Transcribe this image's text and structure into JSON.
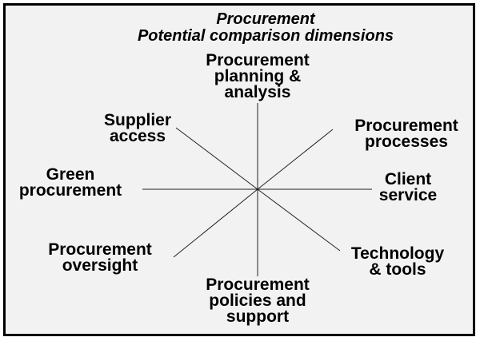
{
  "title": [
    "Procurement",
    "Potential comparison dimensions"
  ],
  "dimensions": {
    "top": [
      "Procurement",
      "planning &",
      "analysis"
    ],
    "top_right": [
      "Procurement",
      "processes"
    ],
    "right": [
      "Client",
      "service"
    ],
    "bottom_right": [
      "Technology",
      "& tools"
    ],
    "bottom": [
      "Procurement",
      "policies and",
      "support"
    ],
    "bottom_left": [
      "Procurement",
      "oversight"
    ],
    "left": [
      "Green",
      "procurement"
    ],
    "top_left": [
      "Supplier",
      "access"
    ]
  }
}
